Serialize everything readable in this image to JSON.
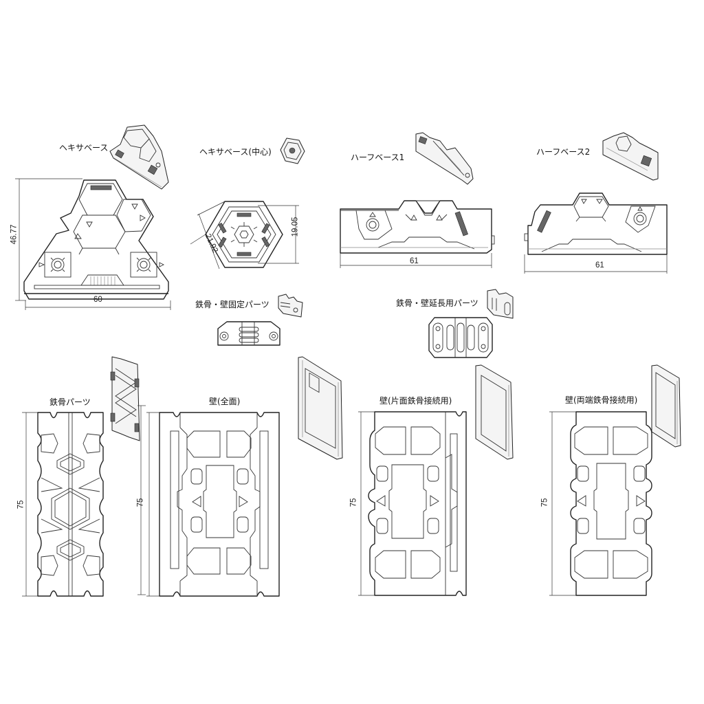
{
  "sheet": {
    "background": "#ffffff",
    "line_color": "#222222",
    "parts": [
      {
        "id": "hexa-base",
        "label": "ヘキサベース",
        "dimensions": {
          "height": "46.77",
          "width": "60"
        }
      },
      {
        "id": "hexa-base-center",
        "label": "ヘキサベース(中心)",
        "dimensions": {
          "diagonal": "21.92",
          "height": "19.05"
        }
      },
      {
        "id": "half-base-1",
        "label": "ハーフベース1",
        "dimensions": {
          "width": "61"
        }
      },
      {
        "id": "half-base-2",
        "label": "ハーフベース2",
        "dimensions": {
          "width": "61"
        }
      },
      {
        "id": "frame-wall-fix-part",
        "label": "鉄骨・壁固定パーツ",
        "dimensions": {}
      },
      {
        "id": "frame-wall-extension-part",
        "label": "鉄骨・壁延長用パーツ",
        "dimensions": {}
      },
      {
        "id": "frame-part",
        "label": "鉄骨パーツ",
        "dimensions": {
          "height": "75"
        }
      },
      {
        "id": "wall-full",
        "label": "壁(全面)",
        "dimensions": {
          "height": "75"
        }
      },
      {
        "id": "wall-one-side-frame",
        "label": "壁(片面鉄骨接続用)",
        "dimensions": {
          "height": "75"
        }
      },
      {
        "id": "wall-both-ends-frame",
        "label": "壁(両端鉄骨接続用)",
        "dimensions": {
          "height": "75"
        }
      }
    ]
  }
}
